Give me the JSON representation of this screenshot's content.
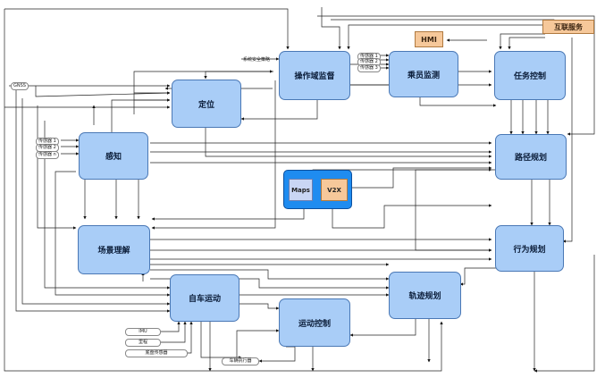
{
  "nodes": {
    "operation_monitor": "操作域监督",
    "passenger_monitor": "乘员监测",
    "task_control": "任务控制",
    "internet_service": "互联服务",
    "hmi": "HMI",
    "localization": "定位",
    "perception": "感知",
    "path_planning": "路径规划",
    "maps": "Maps",
    "v2x": "V2X",
    "scene_understanding": "场景理解",
    "behavior_planning": "行为规划",
    "ego_motion": "自车运动",
    "trajectory_planning": "轨迹规划",
    "motion_control": "运动控制"
  },
  "inputs": {
    "gnss": "GNSS",
    "safety_policy": "系统安全策略",
    "perception_sensors": [
      "传感器 1",
      "传感器 2",
      "传感器 n"
    ],
    "passenger_sensors": [
      "传感器 1",
      "传感器 2",
      "传感器 3"
    ],
    "imu": "IMU",
    "odometry": "里程",
    "vehicle_sensors": "底盘传感器",
    "actuators": "车辆执行器"
  },
  "colors": {
    "module_fill": "#a9cdf7",
    "module_border": "#4a78b5",
    "external_fill": "#f6c89a",
    "maps_container": "#1f8cf0"
  }
}
